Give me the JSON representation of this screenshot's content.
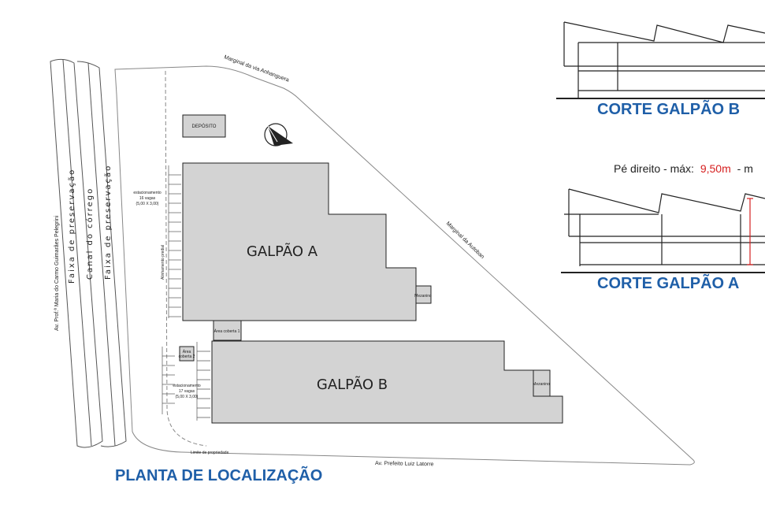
{
  "plan": {
    "title": "PLANTA DE LOCALIZAÇÃO",
    "galpao_a": "GALPÃO A",
    "galpao_b": "GALPÃO B",
    "deposito": "DEPÓSITO",
    "road_top": "Marginal da via Anhanguera",
    "road_right": "Marginal da Autoban",
    "road_bottom": "Av. Prefeito Luiz Latorre",
    "road_left": "Av. Prof.ª Maria do Carmo Guimarães Pelegrini",
    "strip_1": "Faixa de preservação",
    "strip_2": "Canal do córrego",
    "strip_3": "Faixa de preservação",
    "limite": "Limite de propriedade",
    "parking_a_l1": "estacionamento",
    "parking_a_l2": "16 vagas",
    "parking_a_l3": "(5,00 X 3,00)",
    "parking_b_l1": "estacionamento",
    "parking_b_l2": "17 vagas",
    "parking_b_l3": "(5,00 X 3,00)",
    "alinhamento": "Alinhamento predial",
    "mezanino": "Mezanino",
    "area_coberta_1": "Área coberta 1",
    "area_coberta_2_l1": "Área",
    "area_coberta_2_l2": "coberta 2"
  },
  "sections": {
    "corte_b": "CORTE GALPÃO B",
    "corte_a": "CORTE GALPÃO A",
    "pe_direito_prefix": "Pé direito - máx:",
    "pe_direito_value": "9,50m",
    "pe_direito_suffix": "- m"
  },
  "colors": {
    "title_blue": "#1f5fa8",
    "building_fill": "#d3d3d3",
    "highlight_red": "#d62020"
  }
}
